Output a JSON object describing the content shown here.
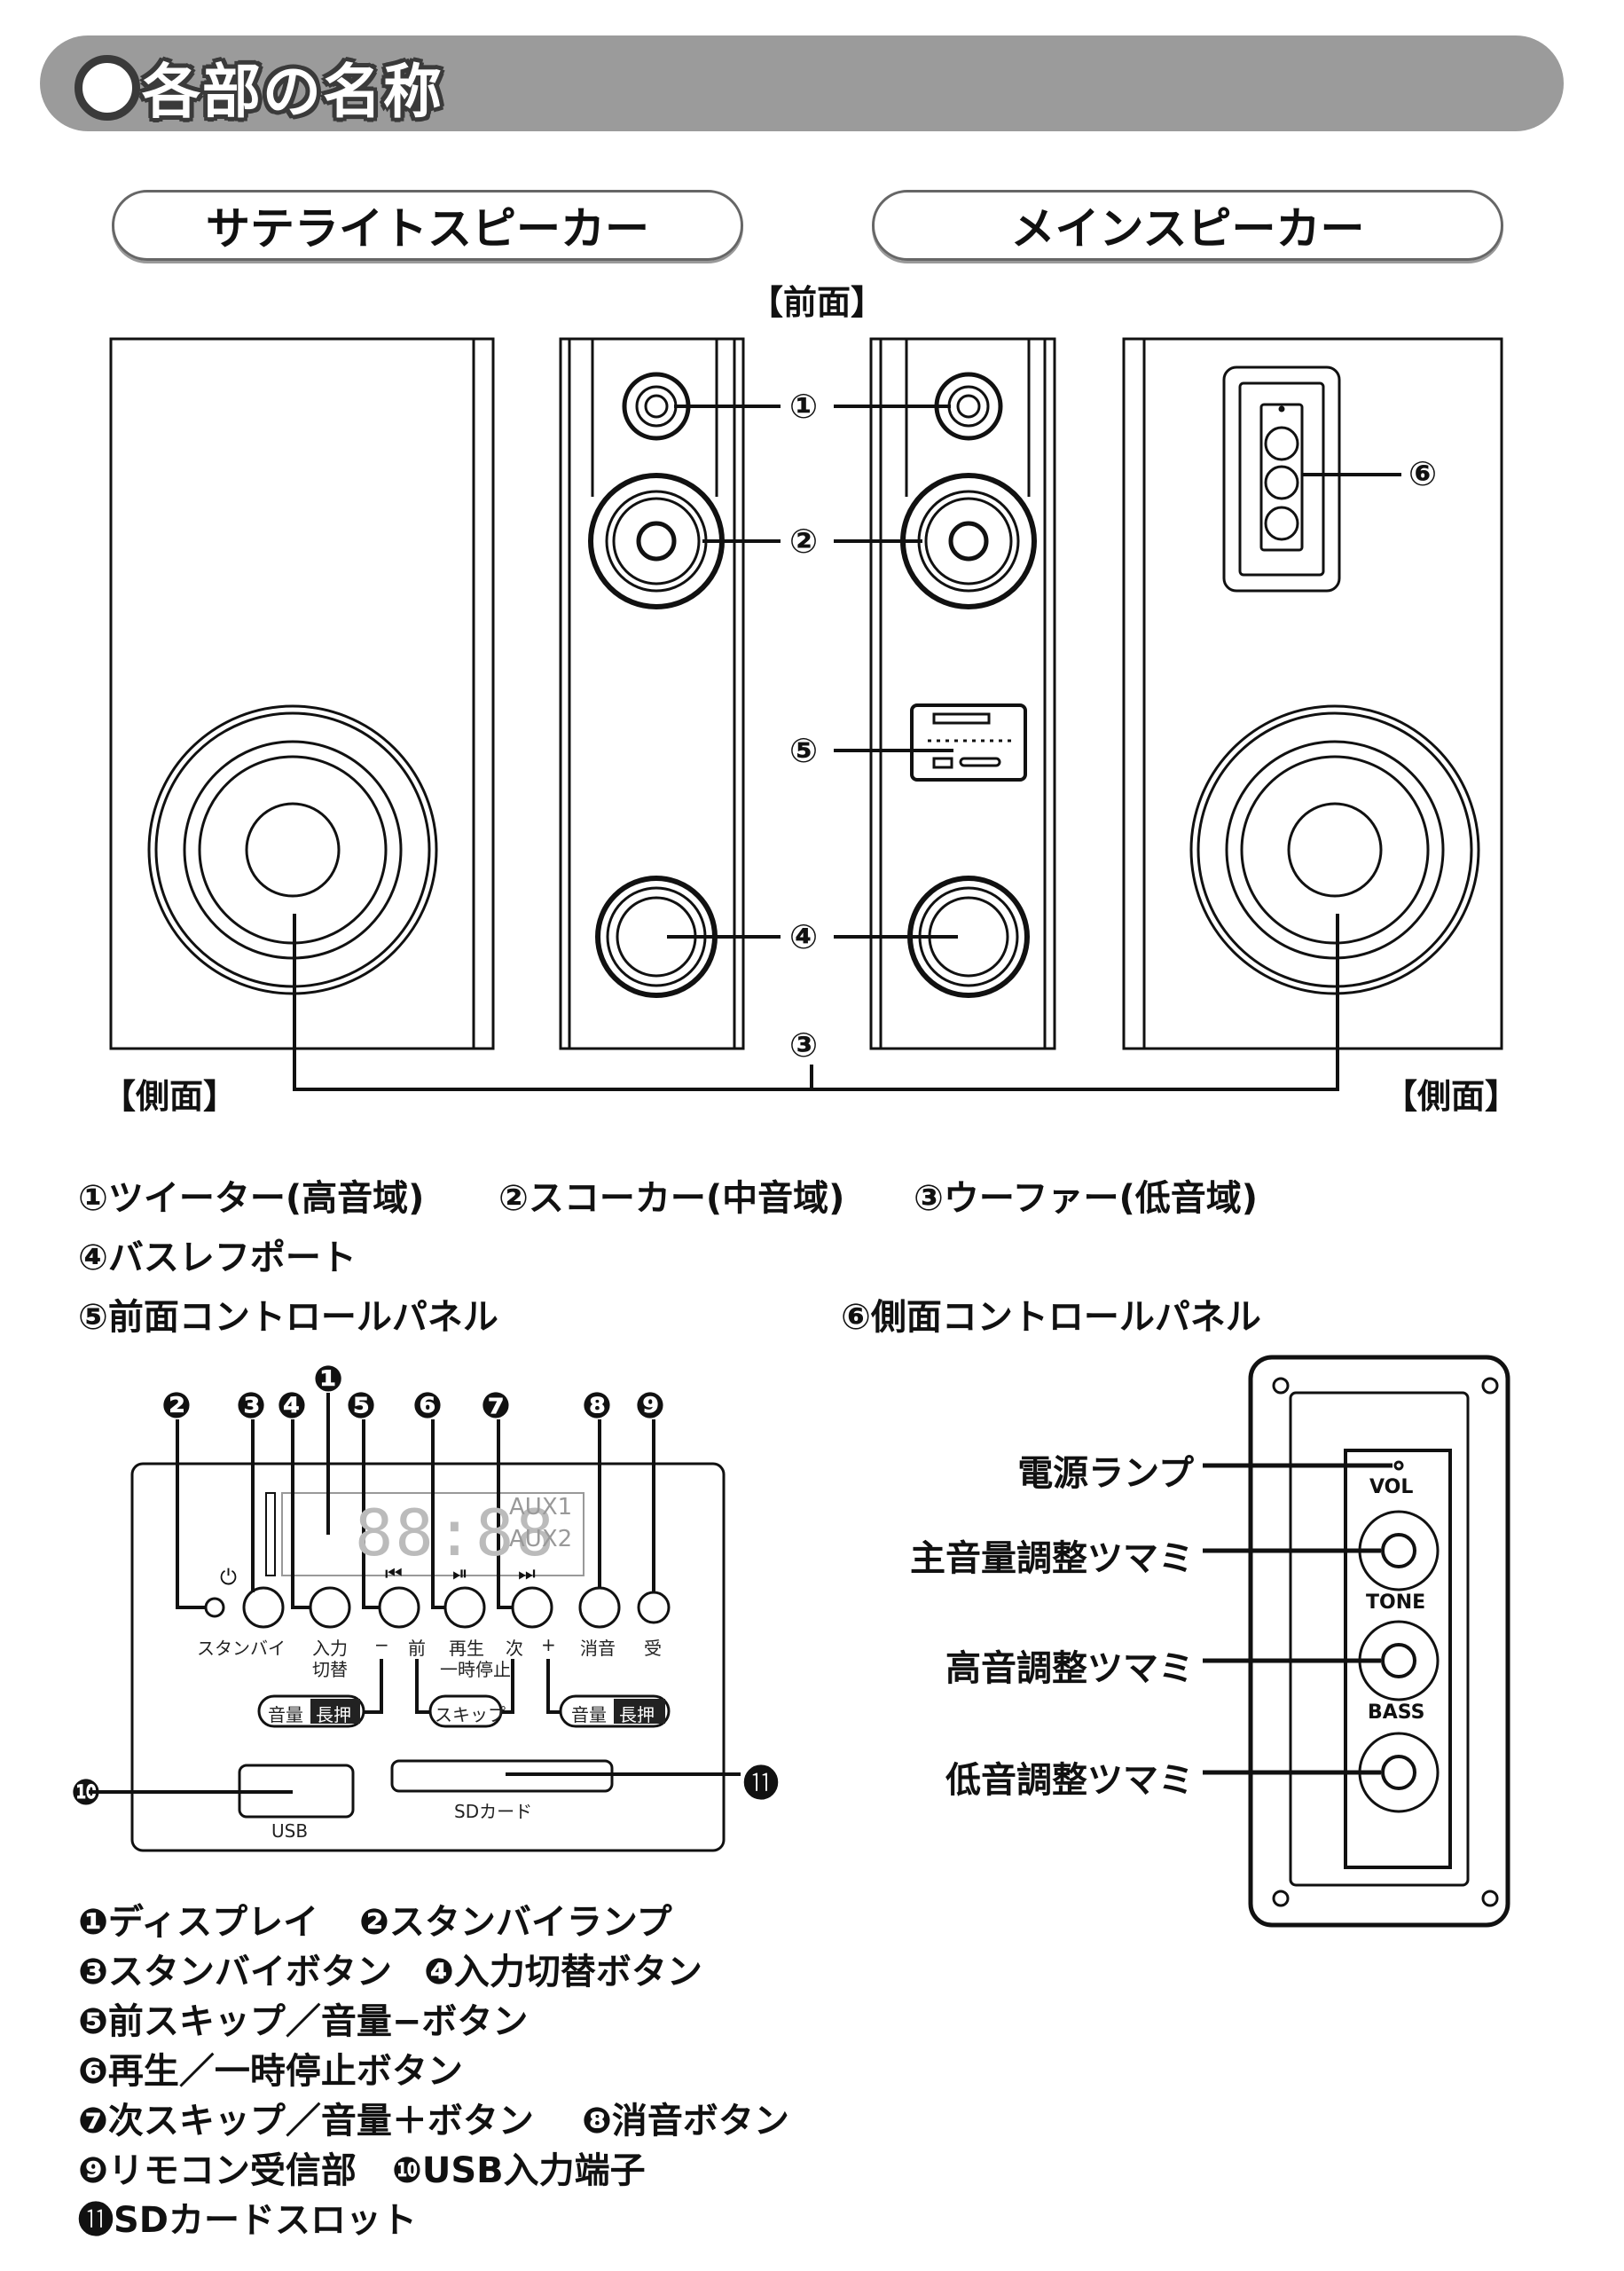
{
  "header": {
    "title": "各部の名称"
  },
  "groups": {
    "satellite": "サテライトスピーカー",
    "main": "メインスピーカー"
  },
  "views": {
    "front": "【前面】",
    "side_left": "【側面】",
    "side_right": "【側面】"
  },
  "callouts": {
    "c1": "①",
    "c2": "②",
    "c3": "③",
    "c4": "④",
    "c5": "⑤",
    "c6": "⑥"
  },
  "parts": [
    "①ツイーター(高音域)",
    "②スコーカー(中音域)",
    "③ウーファー(低音域)",
    "④バスレフポート",
    "⑤前面コントロールパネル",
    "⑥側面コントロールパネル"
  ],
  "front_panel": {
    "markers": [
      "❶",
      "❷",
      "❸",
      "❹",
      "❺",
      "❻",
      "❼",
      "❽",
      "❾",
      "❿",
      "⓫"
    ],
    "display": {
      "digits": "88:88",
      "aux1": "AUX1",
      "aux2": "AUX2"
    },
    "icons": {
      "power": "⏻",
      "prev": "⏮",
      "play": "⏯",
      "next": "⏭"
    },
    "labels": {
      "standby": "スタンバイ",
      "input": "入力",
      "input2": "切替",
      "minus": "−",
      "prev": "前",
      "play": "再生",
      "play2": "一時停止",
      "next": "次",
      "plus": "+",
      "mute": "消音",
      "remote": "受",
      "vol_left": "音量",
      "long_left": "長押",
      "skip": "スキップ",
      "vol_right": "音量",
      "long_right": "長押",
      "usb": "USB",
      "sd": "SDカード"
    }
  },
  "side_panel": {
    "labels": [
      "VOL",
      "TONE",
      "BASS"
    ],
    "callouts": [
      "電源ランプ",
      "主音量調整ツマミ",
      "高音調整ツマミ",
      "低音調整ツマミ"
    ]
  },
  "legend": [
    "❶ディスプレイ",
    "❷スタンバイランプ",
    "❸スタンバイボタン",
    "❹入力切替ボタン",
    "❺前スキップ／音量−ボタン",
    "❻再生／一時停止ボタン",
    "❼次スキップ／音量＋ボタン",
    "❽消音ボタン",
    "❾リモコン受信部",
    "❿USB入力端子",
    "⓫SDカードスロット"
  ]
}
